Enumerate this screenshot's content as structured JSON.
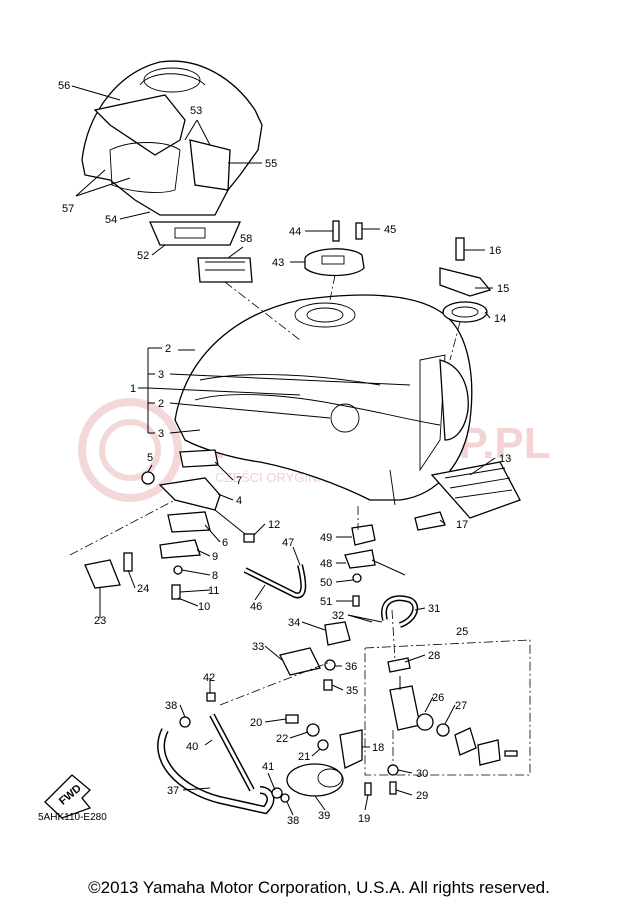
{
  "diagram": {
    "code": "5AHK110-E280",
    "fwd_label": "FWD",
    "watermark": {
      "main": "YAMA SKLEP.PL",
      "sub": "CZĘŚCI ORYGINALNE YAMAHA"
    },
    "labels": {
      "l1": "1",
      "l2a": "2",
      "l2b": "2",
      "l3a": "3",
      "l3b": "3",
      "l4": "4",
      "l5": "5",
      "l6": "6",
      "l7": "7",
      "l8": "8",
      "l9": "9",
      "l10": "10",
      "l11": "11",
      "l12": "12",
      "l13": "13",
      "l14": "14",
      "l15": "15",
      "l16": "16",
      "l17": "17",
      "l18": "18",
      "l19": "19",
      "l20": "20",
      "l21": "21",
      "l22": "22",
      "l23": "23",
      "l24": "24",
      "l25": "25",
      "l26": "26",
      "l27": "27",
      "l28": "28",
      "l29": "29",
      "l30": "30",
      "l31": "31",
      "l32": "32",
      "l33": "33",
      "l34": "34",
      "l35": "35",
      "l36": "36",
      "l37": "37",
      "l38a": "38",
      "l38b": "38",
      "l39": "39",
      "l40": "40",
      "l41": "41",
      "l42": "42",
      "l43": "43",
      "l44": "44",
      "l45": "45",
      "l46": "46",
      "l47": "47",
      "l48": "48",
      "l49": "49",
      "l50": "50",
      "l51": "51",
      "l52": "52",
      "l53": "53",
      "l54": "54",
      "l55": "55",
      "l56": "56",
      "l57": "57",
      "l58": "58"
    }
  },
  "footer": {
    "copyright": "©2013 Yamaha Motor Corporation, U.S.A. All rights reserved."
  }
}
